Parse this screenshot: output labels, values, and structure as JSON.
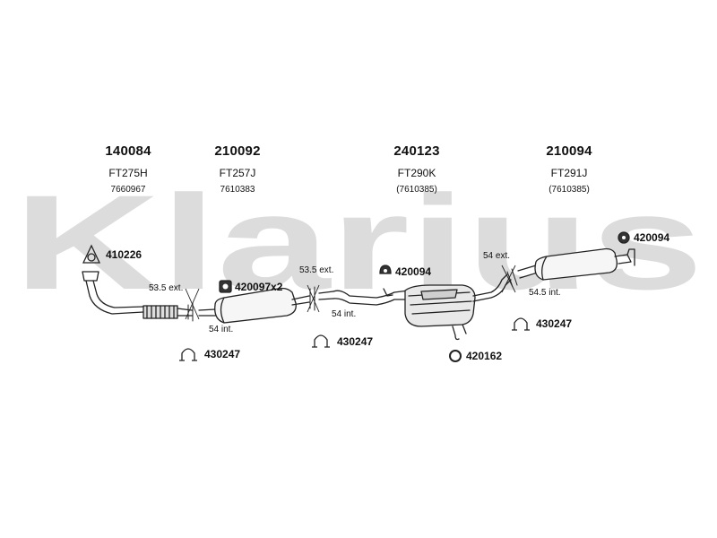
{
  "watermark": {
    "text": "Klarius",
    "color": "#dcdcdc"
  },
  "parts": [
    {
      "number": "140084",
      "code": "FT275H",
      "ref": "7660967"
    },
    {
      "number": "210092",
      "code": "FT257J",
      "ref": "7610383"
    },
    {
      "number": "240123",
      "code": "FT290K",
      "ref": "(7610385)"
    },
    {
      "number": "210094",
      "code": "FT291J",
      "ref": "(7610385)"
    }
  ],
  "fittings": {
    "gasket_410226": {
      "label": "410226",
      "icon": "gasket-icon"
    },
    "mount_420097": {
      "label": "420097x2",
      "icon": "rubber-mount-icon"
    },
    "mount_420094_mid": {
      "label": "420094",
      "icon": "rubber-mount-icon"
    },
    "mount_420094_right": {
      "label": "420094",
      "icon": "rubber-mount-icon"
    },
    "clamp_430247_left": {
      "label": "430247",
      "icon": "clamp-icon"
    },
    "clamp_430247_mid": {
      "label": "430247",
      "icon": "clamp-icon"
    },
    "clamp_430247_right": {
      "label": "430247",
      "icon": "clamp-icon"
    },
    "ring_420162": {
      "label": "420162",
      "icon": "ring-icon"
    }
  },
  "dimensions": {
    "d1": "53.5 ext.",
    "d2": "54 int.",
    "d3": "53.5 ext.",
    "d4": "54 int.",
    "d5": "54 ext.",
    "d6": "54.5 int."
  }
}
